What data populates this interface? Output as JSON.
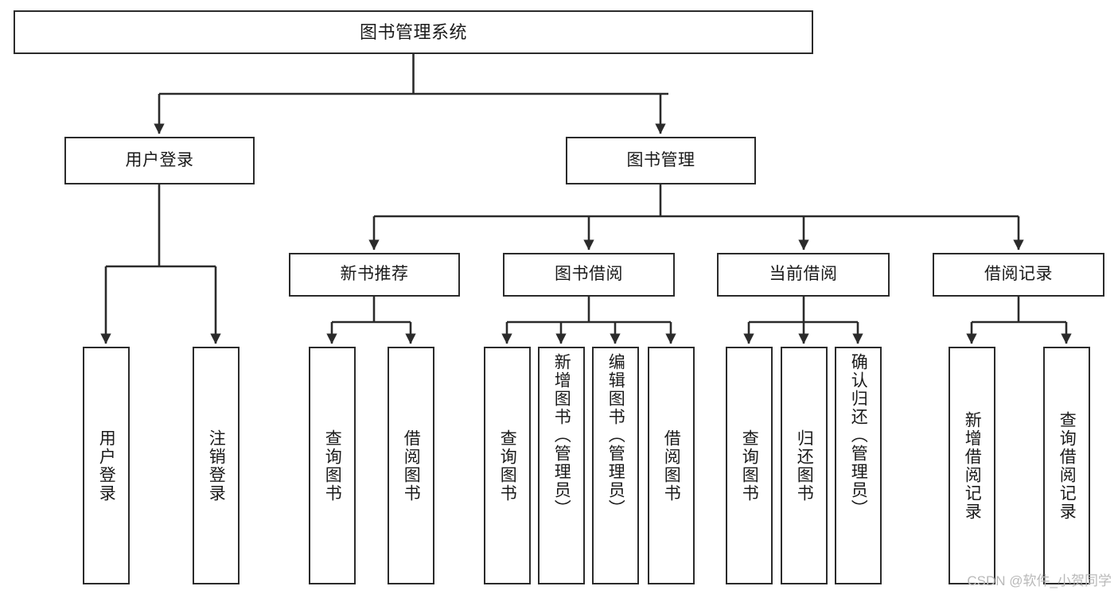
{
  "diagram": {
    "title": "图书管理系统",
    "type": "tree-hierarchy-diagram",
    "watermark": "CSDN @软件_小贺同学",
    "colors": {
      "stroke": "#2b2b2b",
      "fill": "#ffffff",
      "text": "#1a1a1a",
      "watermark": "#b9b9b9"
    }
  },
  "nodes": {
    "root": {
      "label": "图书管理系统"
    },
    "level2": [
      {
        "label": "用户登录"
      },
      {
        "label": "图书管理"
      }
    ],
    "level3": [
      {
        "label": "新书推荐"
      },
      {
        "label": "图书借阅"
      },
      {
        "label": "当前借阅"
      },
      {
        "label": "借阅记录"
      }
    ],
    "leaves": {
      "user_login": [
        {
          "label": "用户登录"
        },
        {
          "label": "注销登录"
        }
      ],
      "new_book": [
        {
          "label": "查询图书"
        },
        {
          "label": "借阅图书"
        }
      ],
      "book_borrow": [
        {
          "label": "查询图书"
        },
        {
          "label": "新增图书（管理员）"
        },
        {
          "label": "编辑图书（管理员）"
        },
        {
          "label": "借阅图书"
        }
      ],
      "current_borrow": [
        {
          "label": "查询图书"
        },
        {
          "label": "归还图书"
        },
        {
          "label": "确认归还（管理员）"
        }
      ],
      "borrow_record": [
        {
          "label": "新增借阅记录"
        },
        {
          "label": "查询借阅记录"
        }
      ]
    }
  }
}
